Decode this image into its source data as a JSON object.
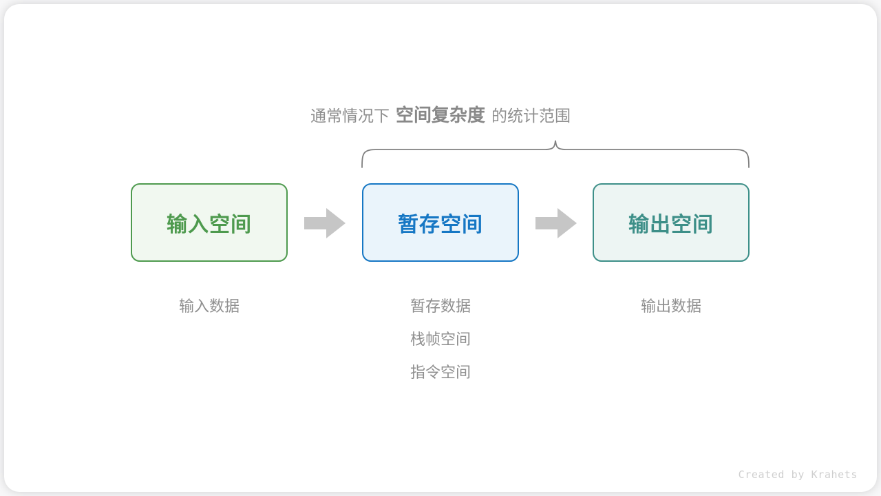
{
  "diagram": {
    "caption": {
      "prefix": "通常情况下",
      "highlight": "空间复杂度",
      "suffix": "的统计范围"
    },
    "boxes": [
      {
        "label": "输入空间",
        "color": "#4e9a4e",
        "fill": "#f1f8f0"
      },
      {
        "label": "暂存空间",
        "color": "#1677c4",
        "fill": "#eaf4fb"
      },
      {
        "label": "输出空间",
        "color": "#3d8f88",
        "fill": "#edf5f3"
      }
    ],
    "arrows": [
      {
        "name": "arrow-input-to-temp",
        "color": "#c6c6c6"
      },
      {
        "name": "arrow-temp-to-output",
        "color": "#c6c6c6"
      }
    ],
    "columns": [
      {
        "name": "input",
        "lines": [
          "输入数据"
        ]
      },
      {
        "name": "temp",
        "lines": [
          "暂存数据",
          "栈帧空间",
          "指令空间"
        ]
      },
      {
        "name": "output",
        "lines": [
          "输出数据"
        ]
      }
    ],
    "brace": {
      "color": "#808080"
    },
    "credit": "Created by Krahets"
  }
}
